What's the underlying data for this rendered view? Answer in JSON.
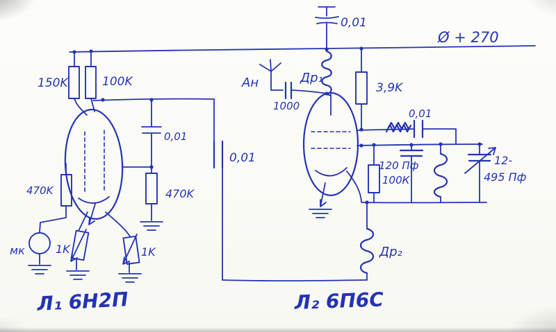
{
  "meta": {
    "description": "Hand-drawn vacuum-tube radio schematic, blue ballpoint ink on white paper"
  },
  "ink": "#2433b4",
  "labels": {
    "supply_rail": "Ø + 270",
    "cap_top": "0,01",
    "res_plate_left": "150K",
    "res_plate_right": "100K",
    "cap_grid": "0,01",
    "cap_coupling": "0,01",
    "res_grid_left": "470K",
    "res_grid_right": "470K",
    "microphone": "мк",
    "res_cathode_left": "1K",
    "res_cathode_right": "1K",
    "tube_left": "Л₁ 6Н2П",
    "antenna": "Ан",
    "cap_antenna": "1000",
    "choke_top": "Др₁",
    "res_anode": "3,9K",
    "cap_out": "0,01",
    "cap_120": "120 Пф",
    "res_grid2": "100К",
    "cap_var_line1": "12-",
    "cap_var_line2": "495 Пф",
    "choke_bottom": "Др₂",
    "tube_right": "Л₂ 6П6С"
  }
}
